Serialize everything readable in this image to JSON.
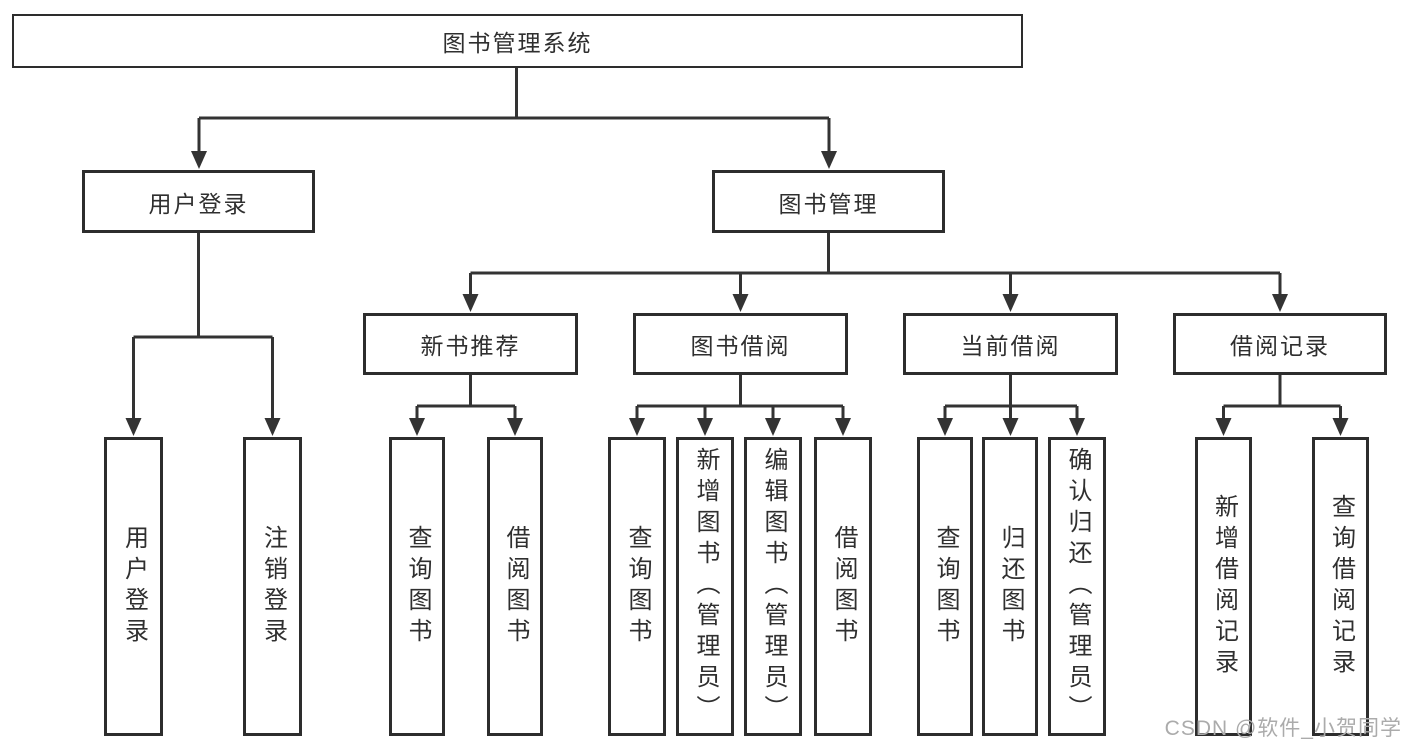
{
  "tree": {
    "label": "图书管理系统",
    "children": [
      {
        "label": "用户登录",
        "children": [
          {
            "label": "用户登录"
          },
          {
            "label": "注销登录"
          }
        ]
      },
      {
        "label": "图书管理",
        "children": [
          {
            "label": "新书推荐",
            "children": [
              {
                "label": "查询图书"
              },
              {
                "label": "借阅图书"
              }
            ]
          },
          {
            "label": "图书借阅",
            "children": [
              {
                "label": "查询图书"
              },
              {
                "label": "新增图书（管理员）"
              },
              {
                "label": "编辑图书（管理员）"
              },
              {
                "label": "借阅图书"
              }
            ]
          },
          {
            "label": "当前借阅",
            "children": [
              {
                "label": "查询图书"
              },
              {
                "label": "归还图书"
              },
              {
                "label": "确认归还（管理员）"
              }
            ]
          },
          {
            "label": "借阅记录",
            "children": [
              {
                "label": "新增借阅记录"
              },
              {
                "label": "查询借阅记录"
              }
            ]
          }
        ]
      }
    ]
  },
  "watermark": {
    "text": "CSDN @软件_小贺同学"
  },
  "colors": {
    "line": "#333333",
    "box_border": "#2d2d2d",
    "text": "#2f2f2f",
    "watermark": "#ababab",
    "background": "#ffffff"
  }
}
